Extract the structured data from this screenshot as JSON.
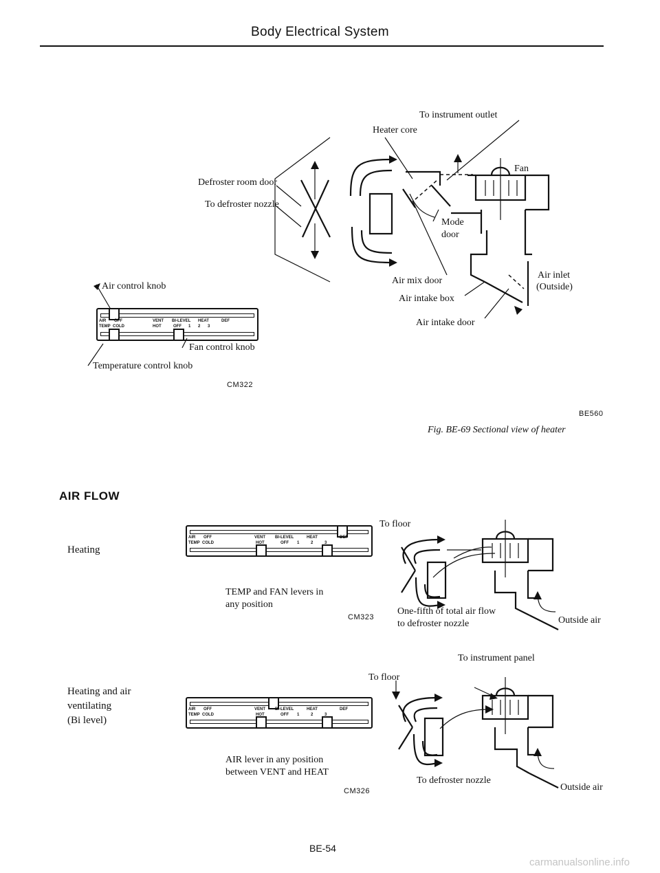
{
  "header": {
    "title": "Body Electrical System"
  },
  "figure1": {
    "labels": {
      "to_instrument_outlet": "To instrument outlet",
      "heater_core": "Heater core",
      "defroster_room_door": "Defroster room door",
      "to_defroster_nozzle": "To defroster nozzle",
      "fan": "Fan",
      "mode_door_1": "Mode",
      "mode_door_2": "door",
      "air_mix_door": "Air mix door",
      "air_intake_box": "Air intake box",
      "air_intake_door": "Air intake door",
      "air_inlet_1": "Air inlet",
      "air_inlet_2": "(Outside)"
    },
    "code": "BE560",
    "caption": "Fig. BE-69 Sectional view of heater"
  },
  "control_panel": {
    "labels": {
      "air_control_knob": "Air control knob",
      "fan_control_knob": "Fan control knob",
      "temperature_control_knob": "Temperature control knob"
    },
    "code": "CM322",
    "panel_text": {
      "air": "AIR",
      "off": "OFF",
      "vent": "VENT",
      "bilevel": "BI-LEVEL",
      "heat": "HEAT",
      "def": "DEF",
      "temp": "TEMP",
      "cold": "COLD",
      "hot": "HOT",
      "fan_off": "OFF",
      "s1": "1",
      "s2": "2",
      "s3": "3"
    }
  },
  "airflow": {
    "section_title": "AIR FLOW",
    "heating": {
      "title": "Heating",
      "note_1": "TEMP and FAN levers in",
      "note_2": "any position",
      "code": "CM323",
      "to_floor": "To floor",
      "defrost_note_1": "One-fifth of total air flow",
      "defrost_note_2": "to defroster nozzle",
      "outside_air": "Outside air"
    },
    "bilevel": {
      "title_1": "Heating and air",
      "title_2": "ventilating",
      "title_3": "(Bi level)",
      "note_1": "AIR lever in any position",
      "note_2": "between VENT and HEAT",
      "code": "CM326",
      "to_instrument_panel": "To instrument panel",
      "to_floor": "To floor",
      "to_defroster_nozzle": "To defroster nozzle",
      "outside_air": "Outside air"
    }
  },
  "footer": {
    "page": "BE-54",
    "watermark": "carmanualsonline.info"
  }
}
